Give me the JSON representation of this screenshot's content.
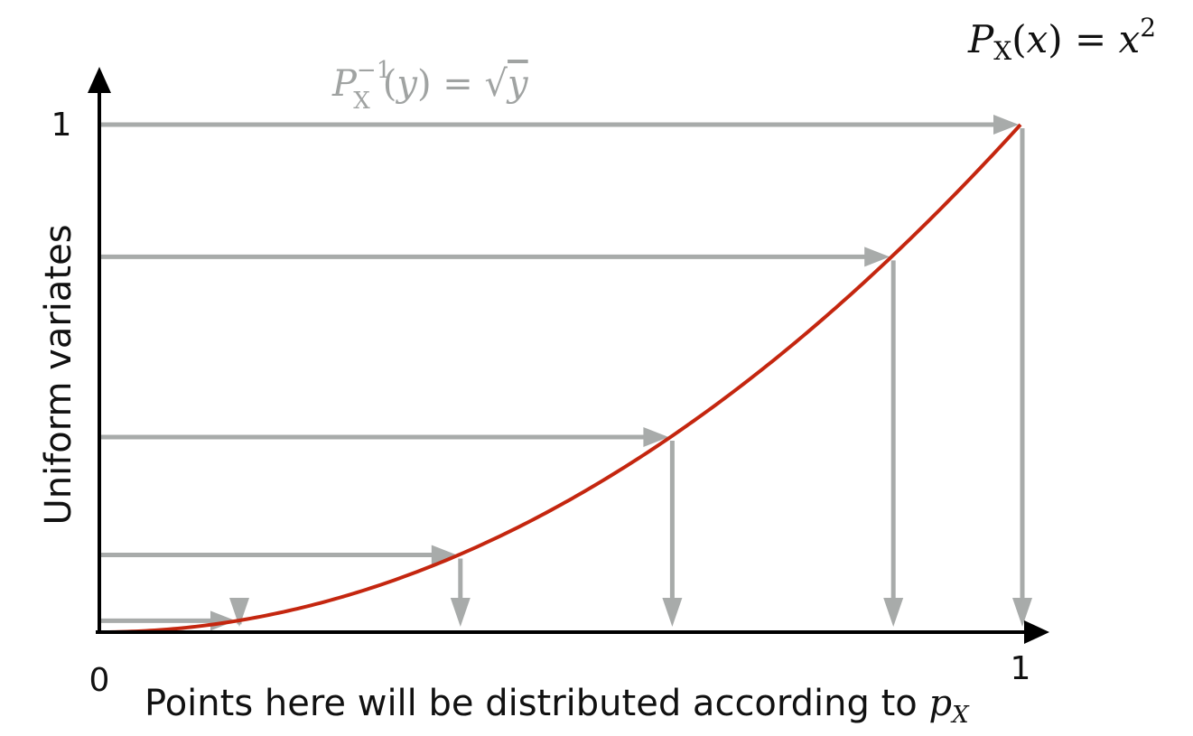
{
  "colors": {
    "curve": "#c4260f",
    "guide": "#a8abaa",
    "axis": "#000000",
    "text": "#111111",
    "inverse_label": "#a0a3a2"
  },
  "labels": {
    "y_axis": "Uniform variates",
    "x_axis_text": "Points here will be distributed according to ",
    "x_axis_math_p": "p",
    "x_axis_math_sub": "X",
    "origin": "0",
    "x_max": "1",
    "y_max": "1"
  },
  "formulas": {
    "cdf": {
      "P": "P",
      "sub": "X",
      "open": "(",
      "var": "x",
      "close": ")",
      "eq": " = ",
      "rhs": "x",
      "sup": "2"
    },
    "inverse": {
      "P": "P",
      "sup": "−1",
      "sub": "X",
      "open": "(",
      "var": "y",
      "close": ")",
      "eq": " = ",
      "sqrt": "√",
      "rad": "y"
    }
  },
  "function": "x^2",
  "samples": [
    0.15,
    0.39,
    0.62,
    0.86,
    1.0
  ]
}
